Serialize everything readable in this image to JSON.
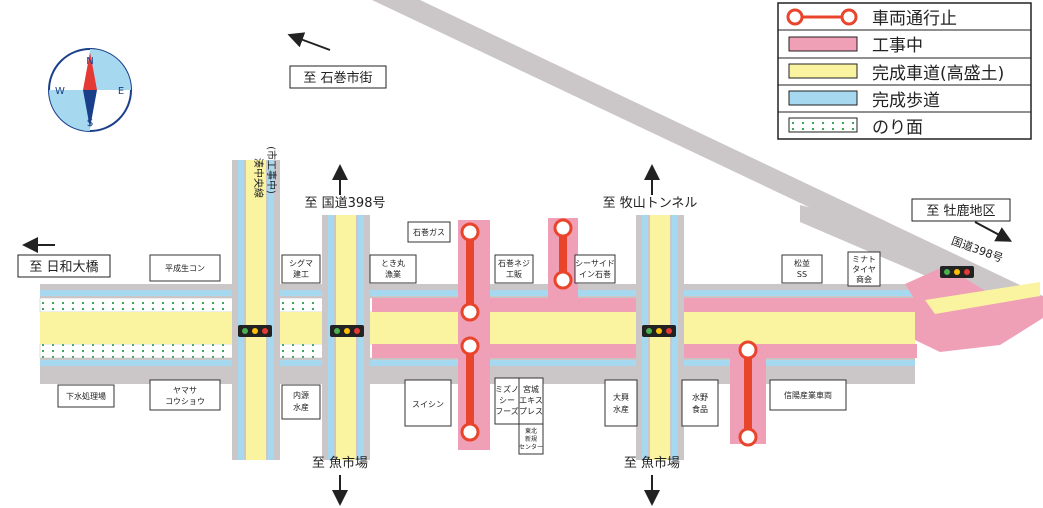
{
  "legend": {
    "closed": "車両通行止",
    "construction": "工事中",
    "roadway": "完成車道(高盛土)",
    "sidewalk": "完成歩道",
    "slope": "のり面"
  },
  "compass": {
    "n": "N",
    "e": "E",
    "s": "S",
    "w": "W"
  },
  "destinations": {
    "ishinomaki": "至 石巻市街",
    "hiyori": "至 日和大橋",
    "r398": "至 国道398号",
    "makiyama": "至 牧山トンネル",
    "oshika": "至 牡鹿地区",
    "uoichiba1": "至 魚市場",
    "uoichiba2": "至 魚市場"
  },
  "road_labels": {
    "kokudo398": "国道398号",
    "nakaseen1": "湊中央線",
    "nakaseen2": "(市工事中)"
  },
  "buildings": {
    "heisei": "平成生コン",
    "sigma1": "シグマ",
    "sigma2": "建工",
    "tokimaru1": "とき丸",
    "tokimaru2": "漁業",
    "ishinomaki_gas": "石巻ガス",
    "neji1": "石巻ネジ",
    "neji2": "工販",
    "seaside1": "シーサイド",
    "seaside2": "イン石巻",
    "matsumi1": "松並",
    "matsumi2": "SS",
    "minato1": "ミナト",
    "minato2": "タイヤ",
    "minato3": "商会",
    "gesui": "下水処理場",
    "yamasa1": "ヤマサ",
    "yamasa2": "コウショウ",
    "uchigen1": "内源",
    "uchigen2": "水産",
    "suishin": "スイシン",
    "mizuno1": "ミズノ",
    "mizuno2": "シー",
    "mizuno3": "フーズ",
    "miyagi1": "宮城",
    "miyagi2": "エキス",
    "miyagi3": "プレス",
    "center1": "東北",
    "center2": "新規",
    "center3": "センター",
    "daiko1": "大興",
    "daiko2": "水産",
    "mizuno_food1": "水野",
    "mizuno_food2": "食品",
    "shinyo": "信陽産業車両"
  },
  "colors": {
    "construction": "#ef9fb6",
    "roadway": "#faf3a0",
    "sidewalk": "#a6d8ef",
    "closed": "#e8452c",
    "road_gray": "#cbc6c8",
    "slope_dot": "#2e9b4f"
  }
}
